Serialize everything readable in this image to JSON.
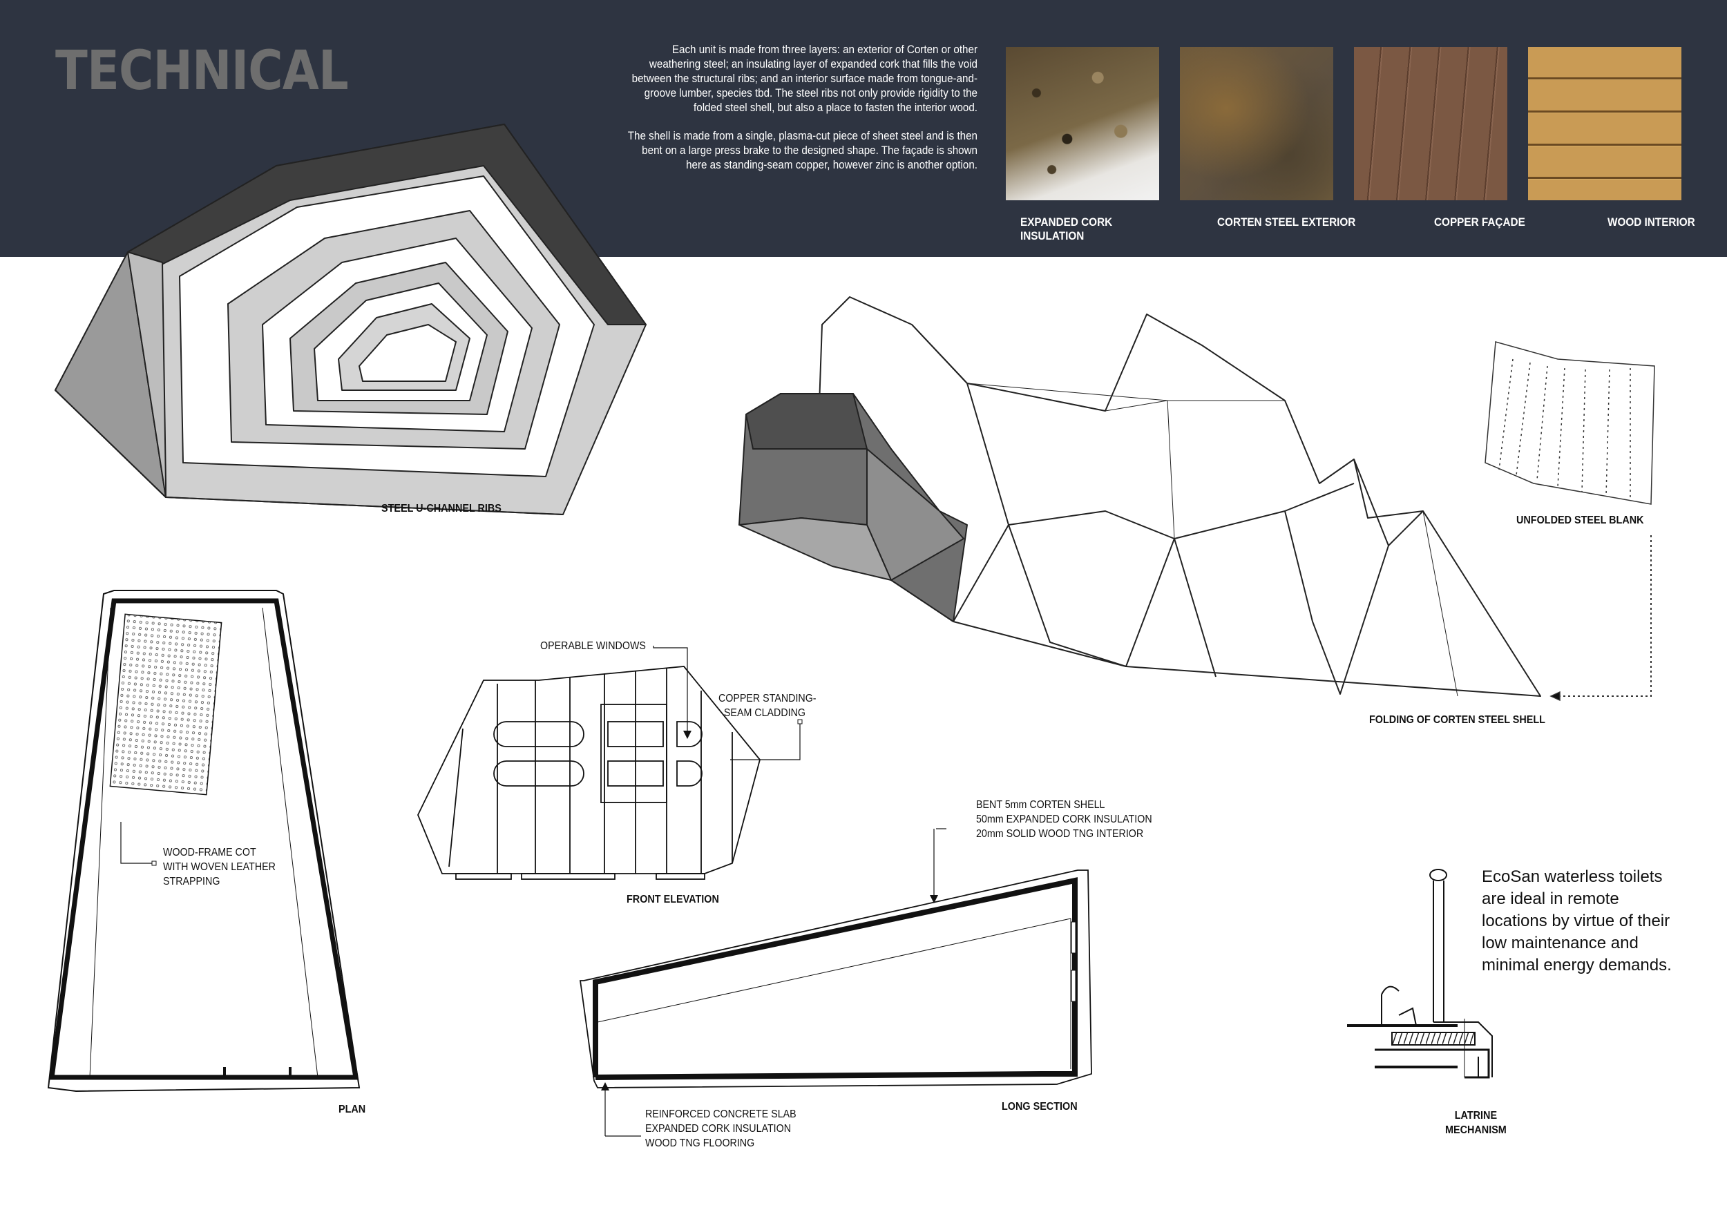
{
  "header": {
    "title": "TECHNICAL",
    "intro_paragraphs": [
      "Each unit is made from three layers: an exterior of Corten or other weathering steel; an insulating layer of expanded cork that fills the void between the structural ribs; and an interior surface made from tongue-and-groove lumber, species tbd. The steel ribs not only provide rigidity to the folded steel shell, but also a place to fasten the interior wood.",
      "The shell is made from a single, plasma-cut piece of sheet steel and is then bent on a large press brake to the designed shape.  The façade is shown here as standing-seam copper, however zinc is another option."
    ]
  },
  "materials": [
    {
      "label": "EXPANDED CORK INSULATION",
      "color": "#6b5a3e"
    },
    {
      "label": "CORTEN STEEL EXTERIOR",
      "color": "#6e5a3c"
    },
    {
      "label": "COPPER FAÇADE",
      "color": "#7a5641"
    },
    {
      "label": "WOOD INTERIOR",
      "color": "#c7974f"
    }
  ],
  "captions": {
    "ribs": "STEEL U-CHANNEL RIBS",
    "unfolded": "UNFOLDED STEEL BLANK",
    "folding": "FOLDING OF CORTEN STEEL SHELL",
    "front_elevation": "FRONT ELEVATION",
    "plan": "PLAN",
    "long_section": "LONG SECTION",
    "latrine": "LATRINE\nMECHANISM"
  },
  "annotations": {
    "operable_windows": "OPERABLE WINDOWS",
    "copper_cladding": "COPPER STANDING-\n  SEAM CLADDING",
    "cot": "WOOD-FRAME COT\nWITH WOVEN LEATHER\nSTRAPPING",
    "shell_layers": "BENT 5mm CORTEN SHELL\n50mm EXPANDED CORK INSULATION\n20mm SOLID WOOD TNG INTERIOR",
    "slab_layers": "REINFORCED CONCRETE SLAB\nEXPANDED CORK INSULATION\nWOOD TNG FLOORING"
  },
  "ecosan_text": "EcoSan waterless toilets\nare ideal in remote\nlocations by virtue of their\nlow maintenance and\nminimal energy demands."
}
